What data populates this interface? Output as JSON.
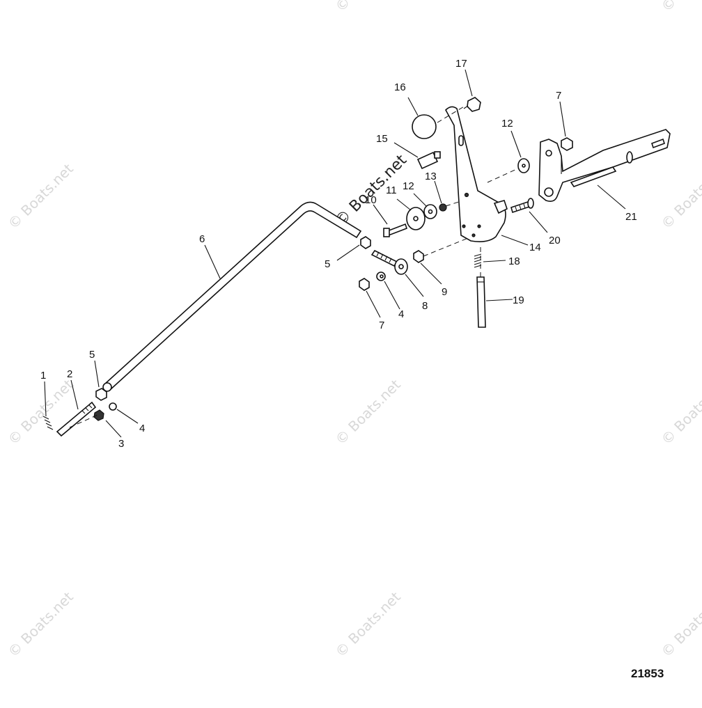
{
  "watermark": {
    "text": "© Boats.net"
  },
  "figure_number": "21853",
  "callouts": {
    "c1": "1",
    "c2": "2",
    "c3": "3",
    "c4a": "4",
    "c5a": "5",
    "c6": "6",
    "c5b": "5",
    "c4b": "4",
    "c7a": "7",
    "c8": "8",
    "c9": "9",
    "c10": "10",
    "c11": "11",
    "c12a": "12",
    "c13": "13",
    "c14": "14",
    "c15": "15",
    "c16": "16",
    "c17": "17",
    "c18": "18",
    "c19": "19",
    "c20": "20",
    "c12b": "12",
    "c7b": "7",
    "c21": "21"
  }
}
